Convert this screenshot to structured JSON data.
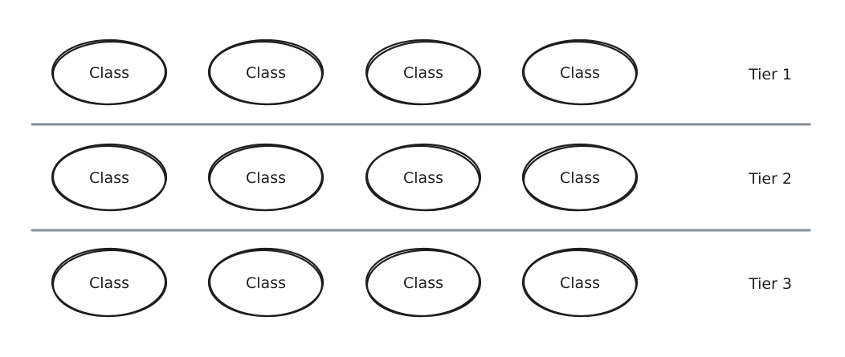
{
  "tiers": [
    {
      "label": "Tier 1",
      "classes": [
        "Class",
        "Class",
        "Class",
        "Class"
      ]
    },
    {
      "label": "Tier 2",
      "classes": [
        "Class",
        "Class",
        "Class",
        "Class"
      ]
    },
    {
      "label": "Tier 3",
      "classes": [
        "Class",
        "Class",
        "Class",
        "Class"
      ]
    }
  ],
  "colors": {
    "ink": "#1e1e1e",
    "divider": "#868e96",
    "background": "#ffffff"
  }
}
